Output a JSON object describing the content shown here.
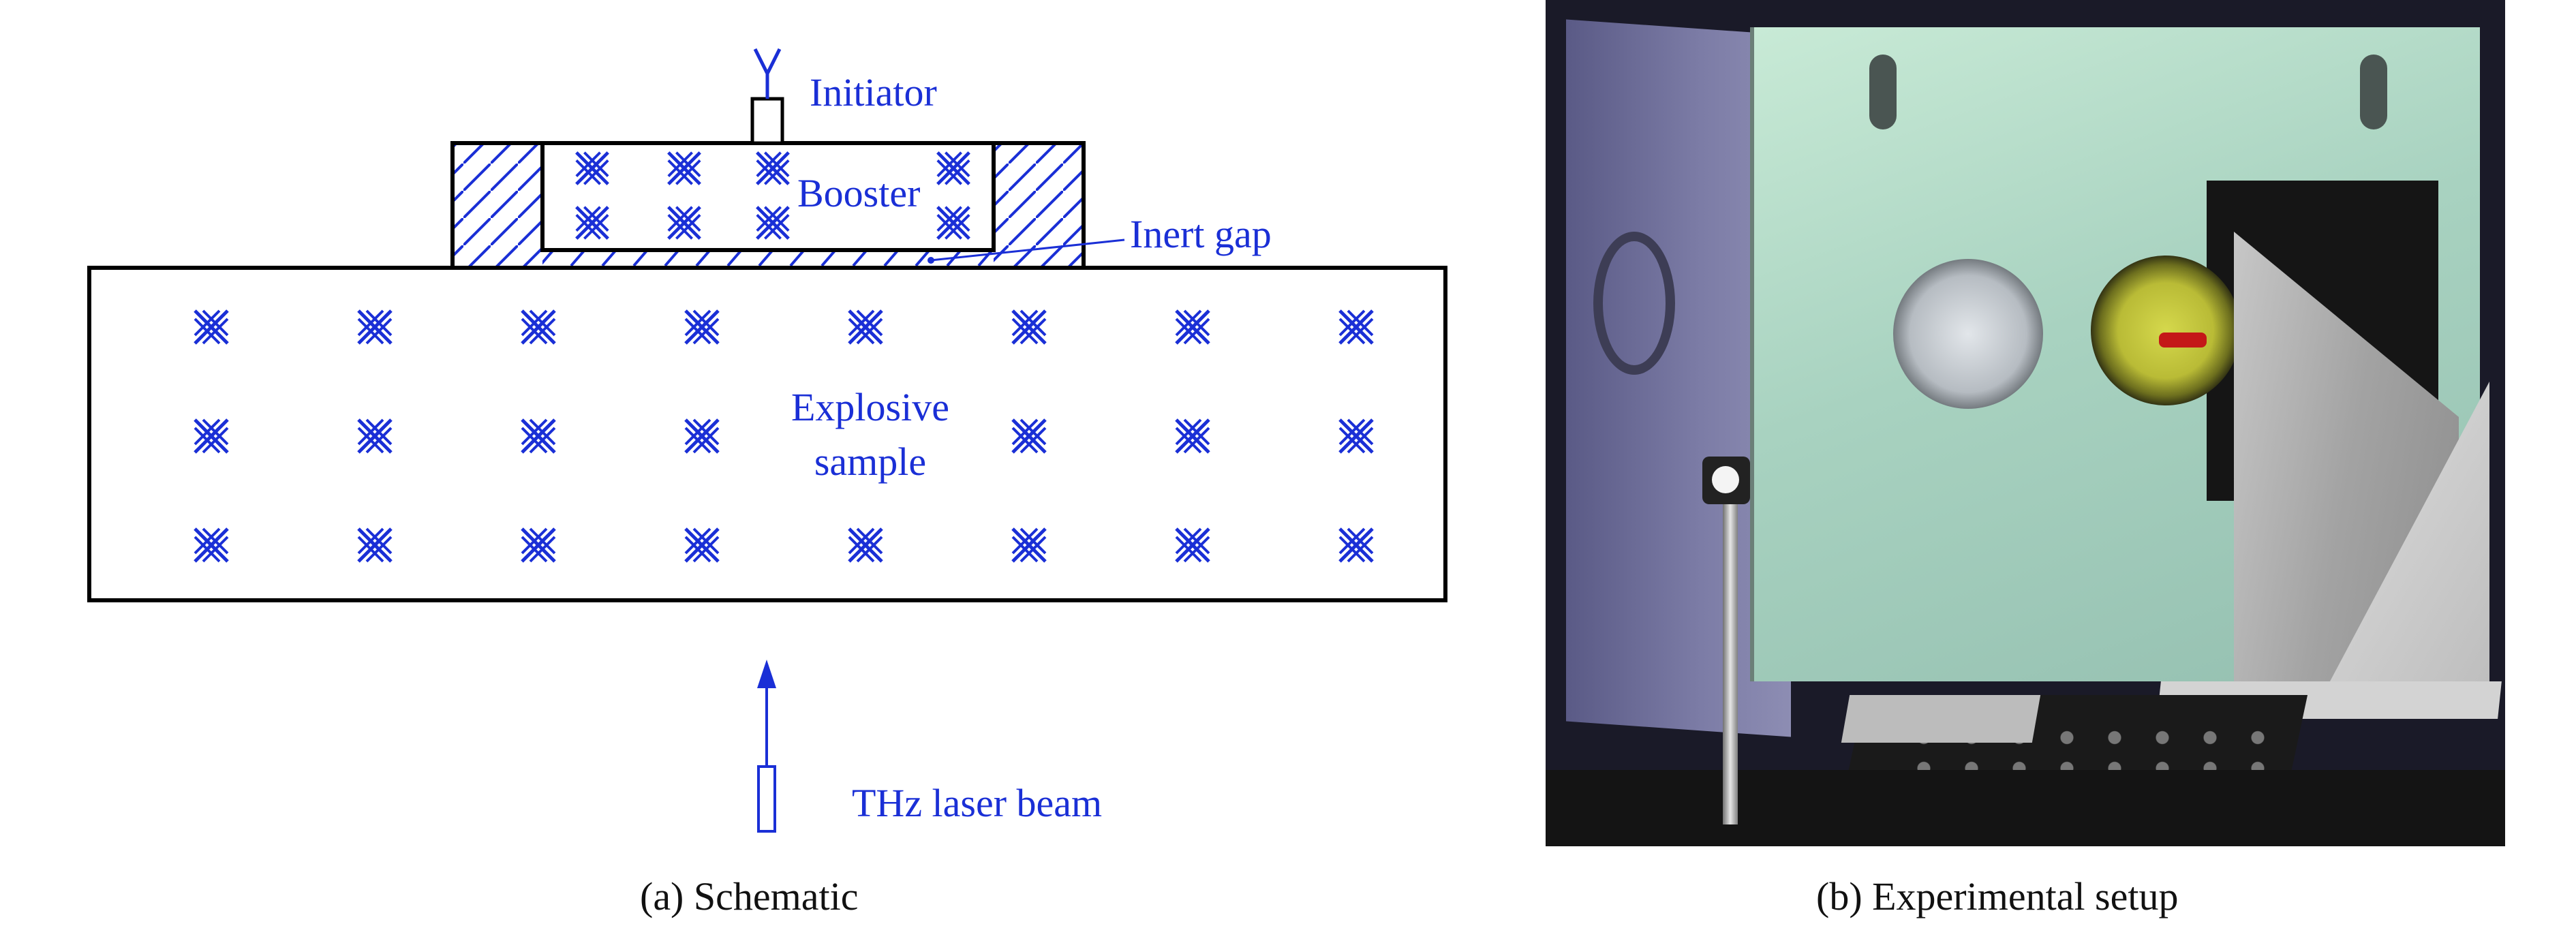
{
  "colors": {
    "label_blue": "#1a2fd6",
    "outline": "#000000",
    "caption": "#111111"
  },
  "diagram": {
    "labels": {
      "initiator": "Initiator",
      "booster": "Booster",
      "inert_gap": "Inert gap",
      "explosive_line1": "Explosive",
      "explosive_line2": "sample",
      "beam": "THz laser beam"
    }
  },
  "captions": {
    "a": "(a) Schematic",
    "b": "(b) Experimental setup"
  },
  "photo": {
    "description_icon": "experimental-setup-photo"
  }
}
